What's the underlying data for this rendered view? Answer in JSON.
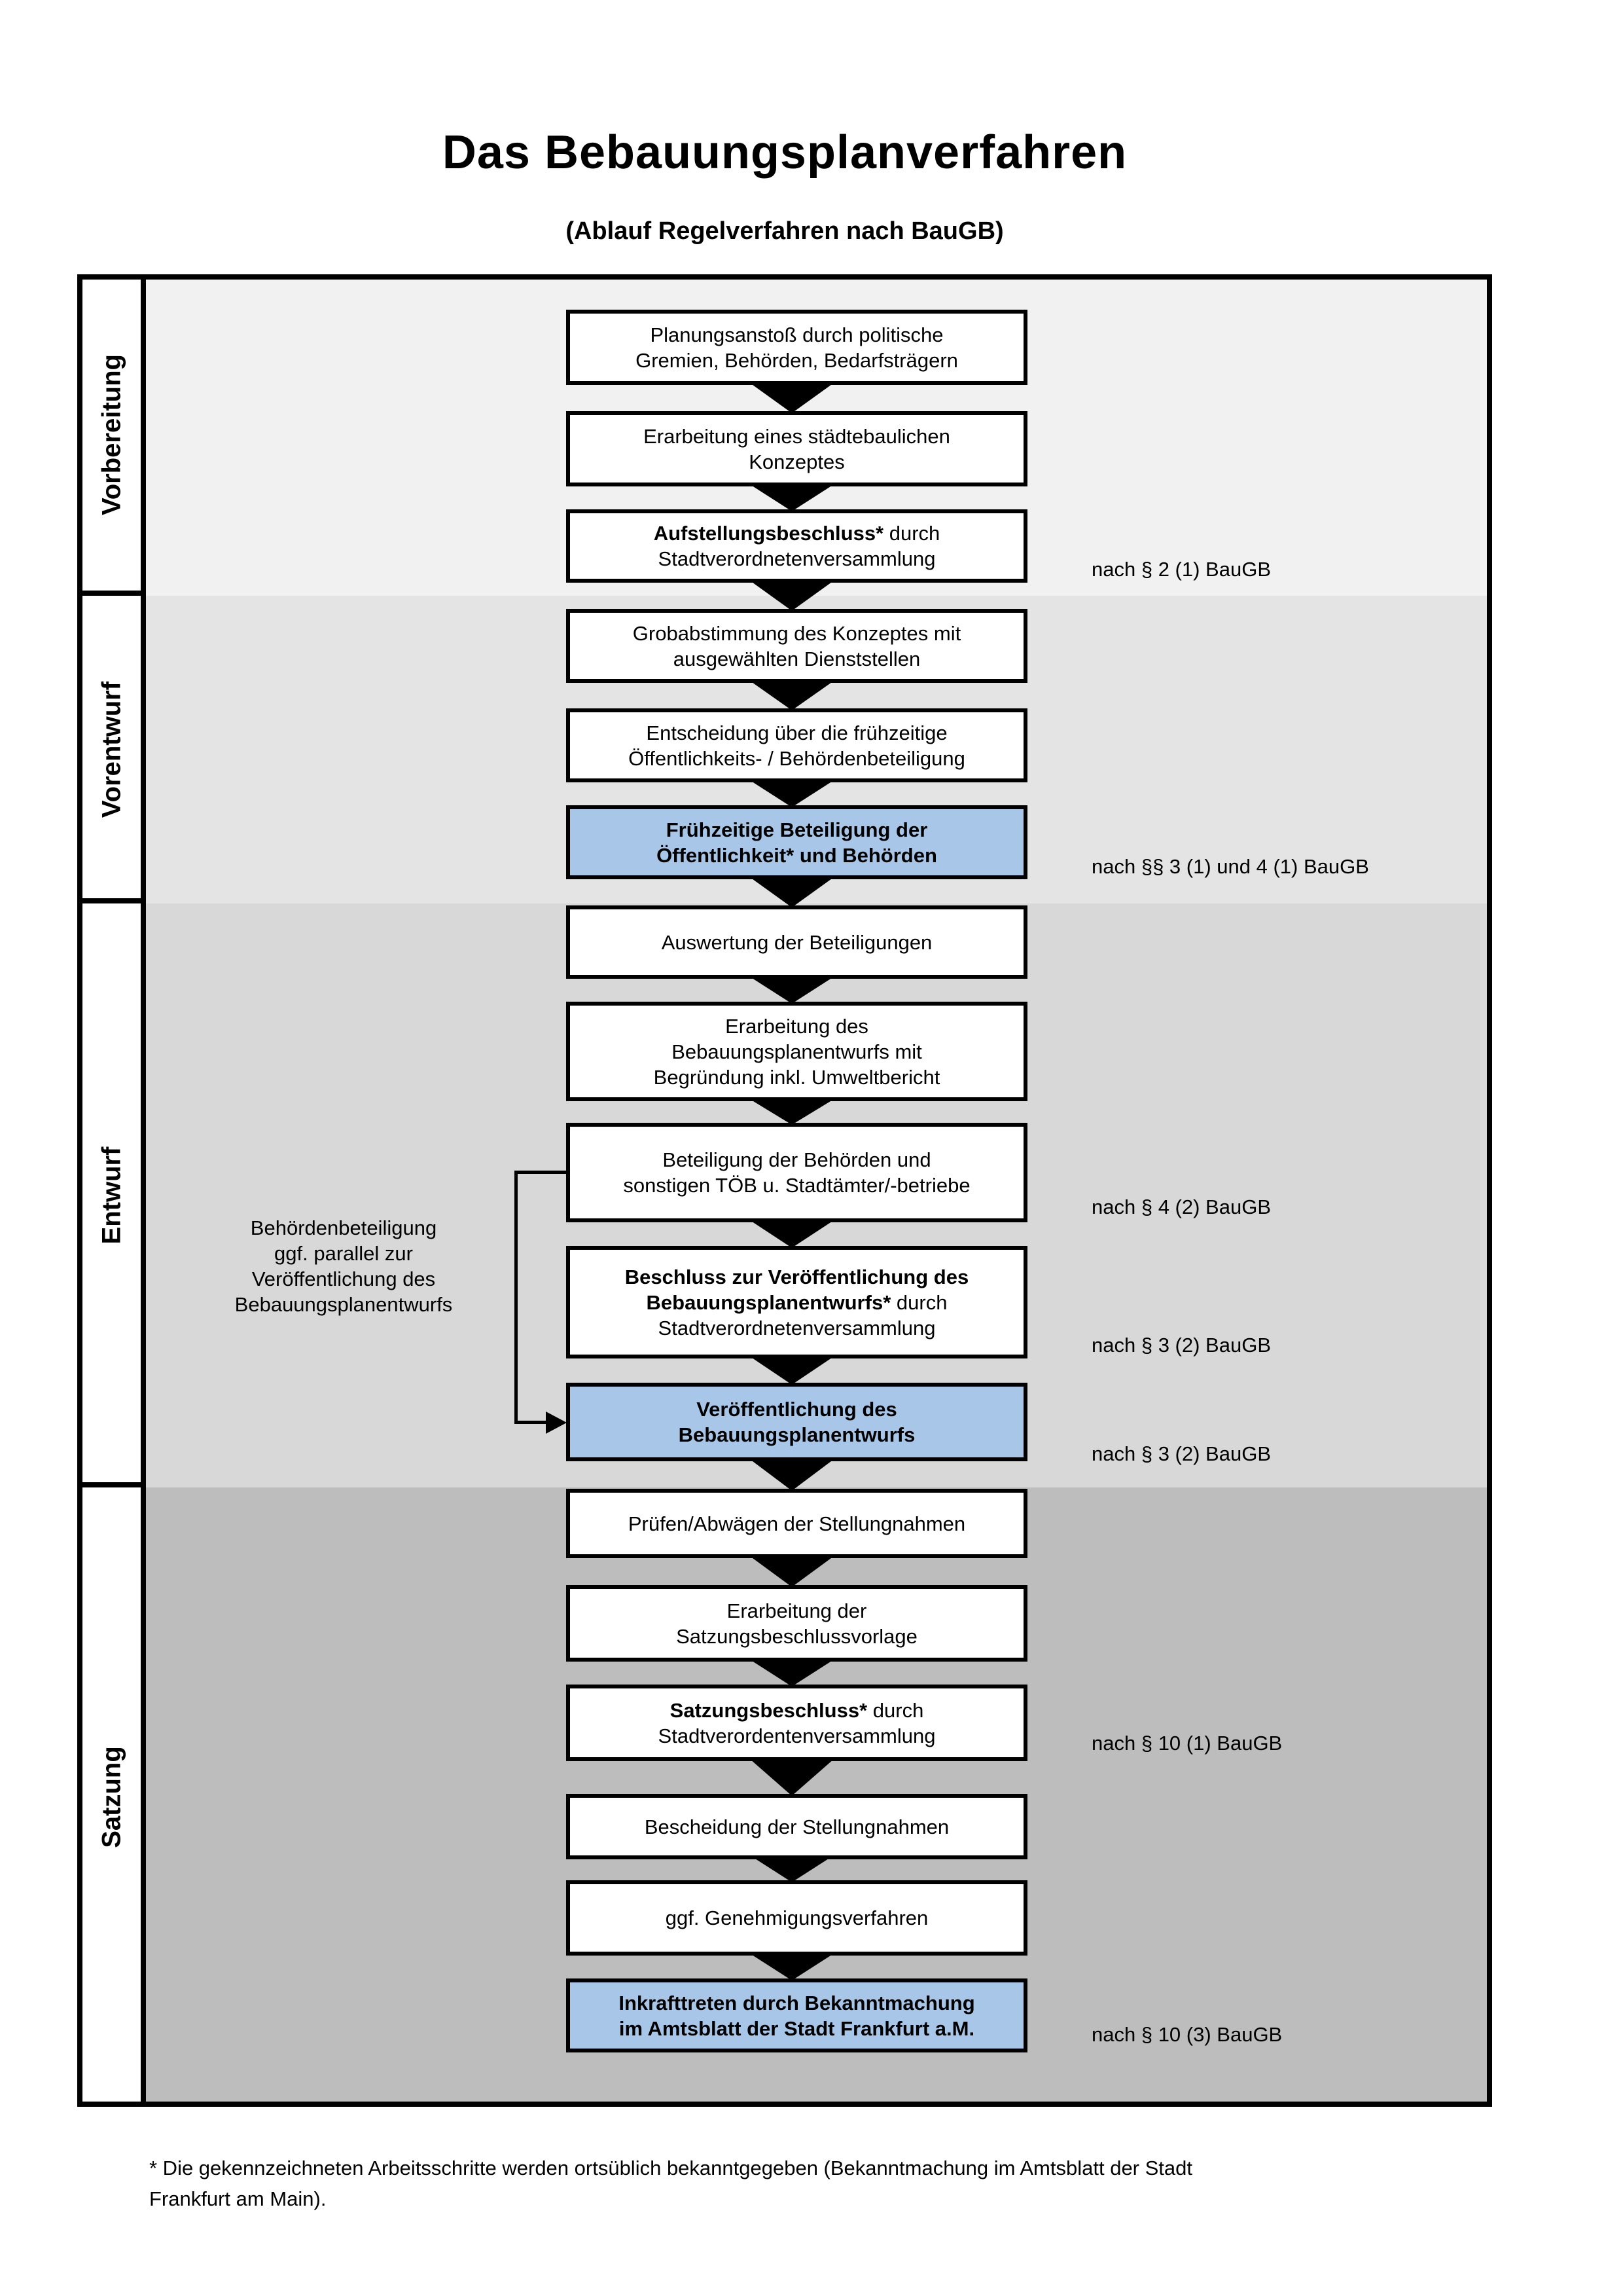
{
  "title": "Das Bebauungsplanverfahren",
  "subtitle": "(Ablauf Regelverfahren nach BauGB)",
  "sections": [
    "Vorbereitung",
    "Vorentwurf",
    "Entwurf",
    "Satzung"
  ],
  "flow": {
    "boxes": [
      {
        "lines": [
          {
            "b": "",
            "r": "Planungsanstoß durch politische"
          },
          {
            "b": "",
            "r": "Gremien, Behörden, Bedarfsträgern"
          }
        ]
      },
      {
        "lines": [
          {
            "b": "",
            "r": "Erarbeitung eines städtebaulichen"
          },
          {
            "b": "",
            "r": "Konzeptes"
          }
        ]
      },
      {
        "lines": [
          {
            "b": "Aufstellungsbeschluss*",
            "r": " durch"
          },
          {
            "b": "",
            "r": "Stadtverordnetenversammlung"
          }
        ]
      },
      {
        "lines": [
          {
            "b": "",
            "r": "Grobabstimmung des Konzeptes mit"
          },
          {
            "b": "",
            "r": "ausgewählten Dienststellen"
          }
        ]
      },
      {
        "lines": [
          {
            "b": "",
            "r": "Entscheidung über die frühzeitige"
          },
          {
            "b": "",
            "r": "Öffentlichkeits- / Behördenbeteiligung"
          }
        ]
      },
      {
        "lines": [
          {
            "b": "Frühzeitige Beteiligung der",
            "r": ""
          },
          {
            "b": "Öffentlichkeit* und Behörden",
            "r": ""
          }
        ]
      },
      {
        "lines": [
          {
            "b": "",
            "r": "Auswertung der Beteiligungen"
          }
        ]
      },
      {
        "lines": [
          {
            "b": "",
            "r": "Erarbeitung des"
          },
          {
            "b": "",
            "r": "Bebauungsplanentwurfs mit"
          },
          {
            "b": "",
            "r": "Begründung inkl. Umweltbericht"
          }
        ]
      },
      {
        "lines": [
          {
            "b": "",
            "r": "Beteiligung der Behörden und"
          },
          {
            "b": "",
            "r": "sonstigen TÖB u. Stadtämter/-betriebe"
          }
        ]
      },
      {
        "lines": [
          {
            "b": "Beschluss zur Veröffentlichung des",
            "r": ""
          },
          {
            "b": "Bebauungsplanentwurfs*",
            "r": " durch"
          },
          {
            "b": "",
            "r": "Stadtverordnetenversammlung"
          }
        ]
      },
      {
        "lines": [
          {
            "b": "Veröffentlichung des",
            "r": ""
          },
          {
            "b": "Bebauungsplanentwurfs",
            "r": ""
          }
        ]
      },
      {
        "lines": [
          {
            "b": "",
            "r": "Prüfen/Abwägen der Stellungnahmen"
          }
        ]
      },
      {
        "lines": [
          {
            "b": "",
            "r": "Erarbeitung der"
          },
          {
            "b": "",
            "r": "Satzungsbeschlussvorlage"
          }
        ]
      },
      {
        "lines": [
          {
            "b": "Satzungsbeschluss*",
            "r": " durch"
          },
          {
            "b": "",
            "r": "Stadtverordentenversammlung"
          }
        ]
      },
      {
        "lines": [
          {
            "b": "",
            "r": "Bescheidung der Stellungnahmen"
          }
        ]
      },
      {
        "lines": [
          {
            "b": "",
            "r": "ggf. Genehmigungsverfahren"
          }
        ]
      },
      {
        "lines": [
          {
            "b": "Inkrafttreten",
            "r": " durch Bekanntmachung"
          },
          {
            "b": "",
            "r": "im Amtsblatt der Stadt Frankfurt a.M."
          }
        ]
      }
    ]
  },
  "law_refs": [
    "nach § 2 (1) BauGB",
    "nach §§ 3 (1) und 4 (1) BauGB",
    "nach § 4 (2) BauGB",
    "nach § 3 (2) BauGB",
    "nach § 3 (2) BauGB",
    "nach § 10 (1) BauGB",
    "nach § 10 (3) BauGB"
  ],
  "side_note": [
    "Behördenbeteiligung",
    "ggf. parallel zur",
    "Veröffentlichung des",
    "Bebauungsplanentwurfs"
  ],
  "footnote": [
    "* Die gekennzeichneten Arbeitsschritte werden ortsüblich bekanntgegeben (Bekanntmachung im Amtsblatt  der Stadt",
    "Frankfurt am Main)."
  ],
  "colors": {
    "band-vorbereitung": "#f1f1f1",
    "band-vorentwurf": "#e4e4e4",
    "band-entwurf": "#d8d8d8",
    "band-satzung": "#bdbdbd",
    "highlight-blue": "#a8c7e8",
    "line-black": "#000000"
  }
}
